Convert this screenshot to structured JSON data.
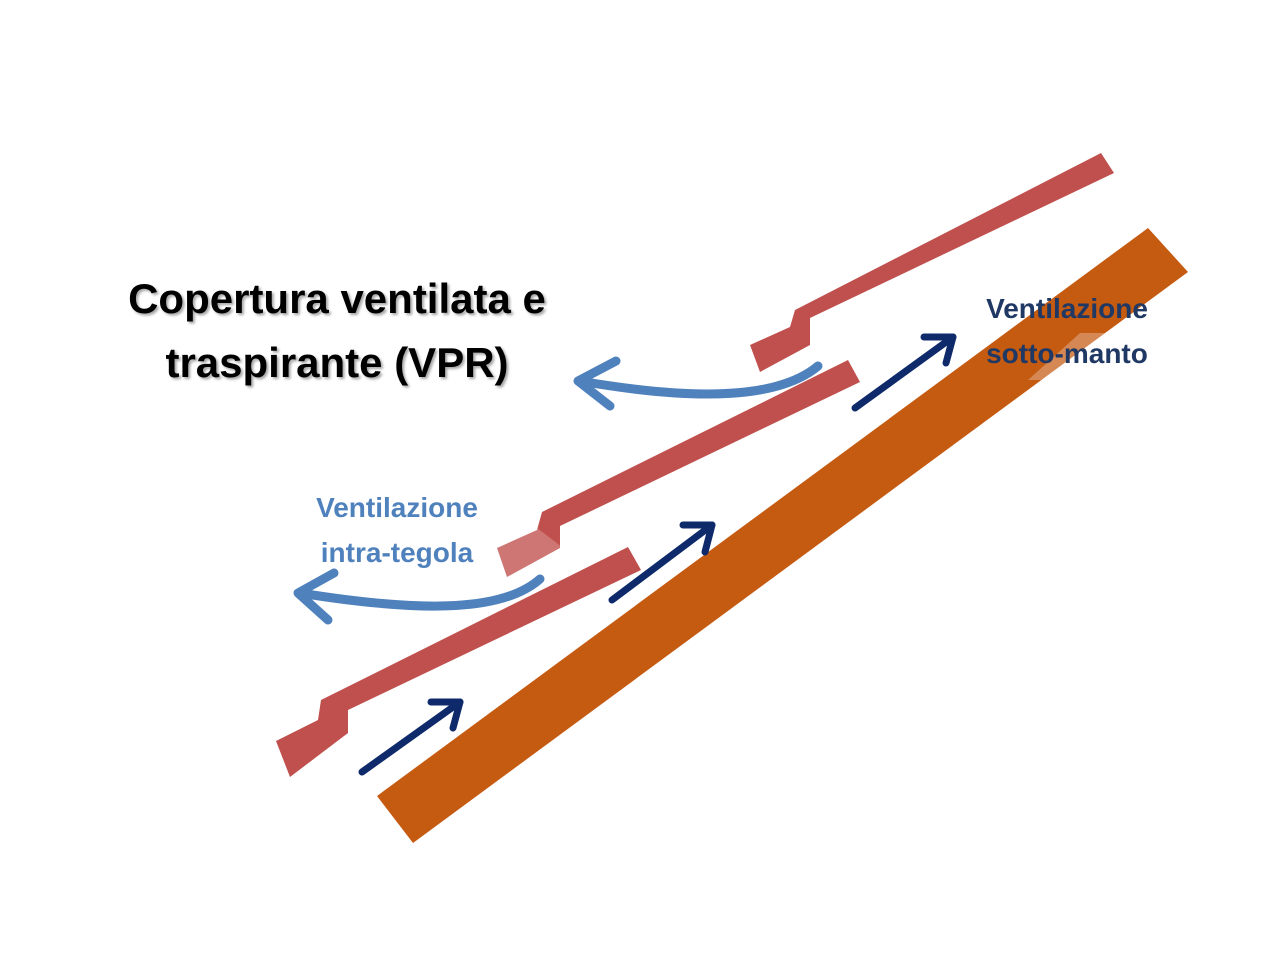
{
  "title": {
    "line1": "Copertura ventilata e",
    "line2": "traspirante (VPR)"
  },
  "labels": {
    "intra_line1": "Ventilazione",
    "intra_line2": "intra-tegola",
    "sotto_line1": "Ventilazione",
    "sotto_line2": "sotto-manto"
  },
  "colors": {
    "tile": "#c0504d",
    "deck": "#c55a11",
    "light_arrow": "#4f81bd",
    "dark_arrow": "#0f2a6b",
    "title_text": "#000000",
    "intra_text": "#4f81bd",
    "sotto_text": "#1f3864"
  }
}
